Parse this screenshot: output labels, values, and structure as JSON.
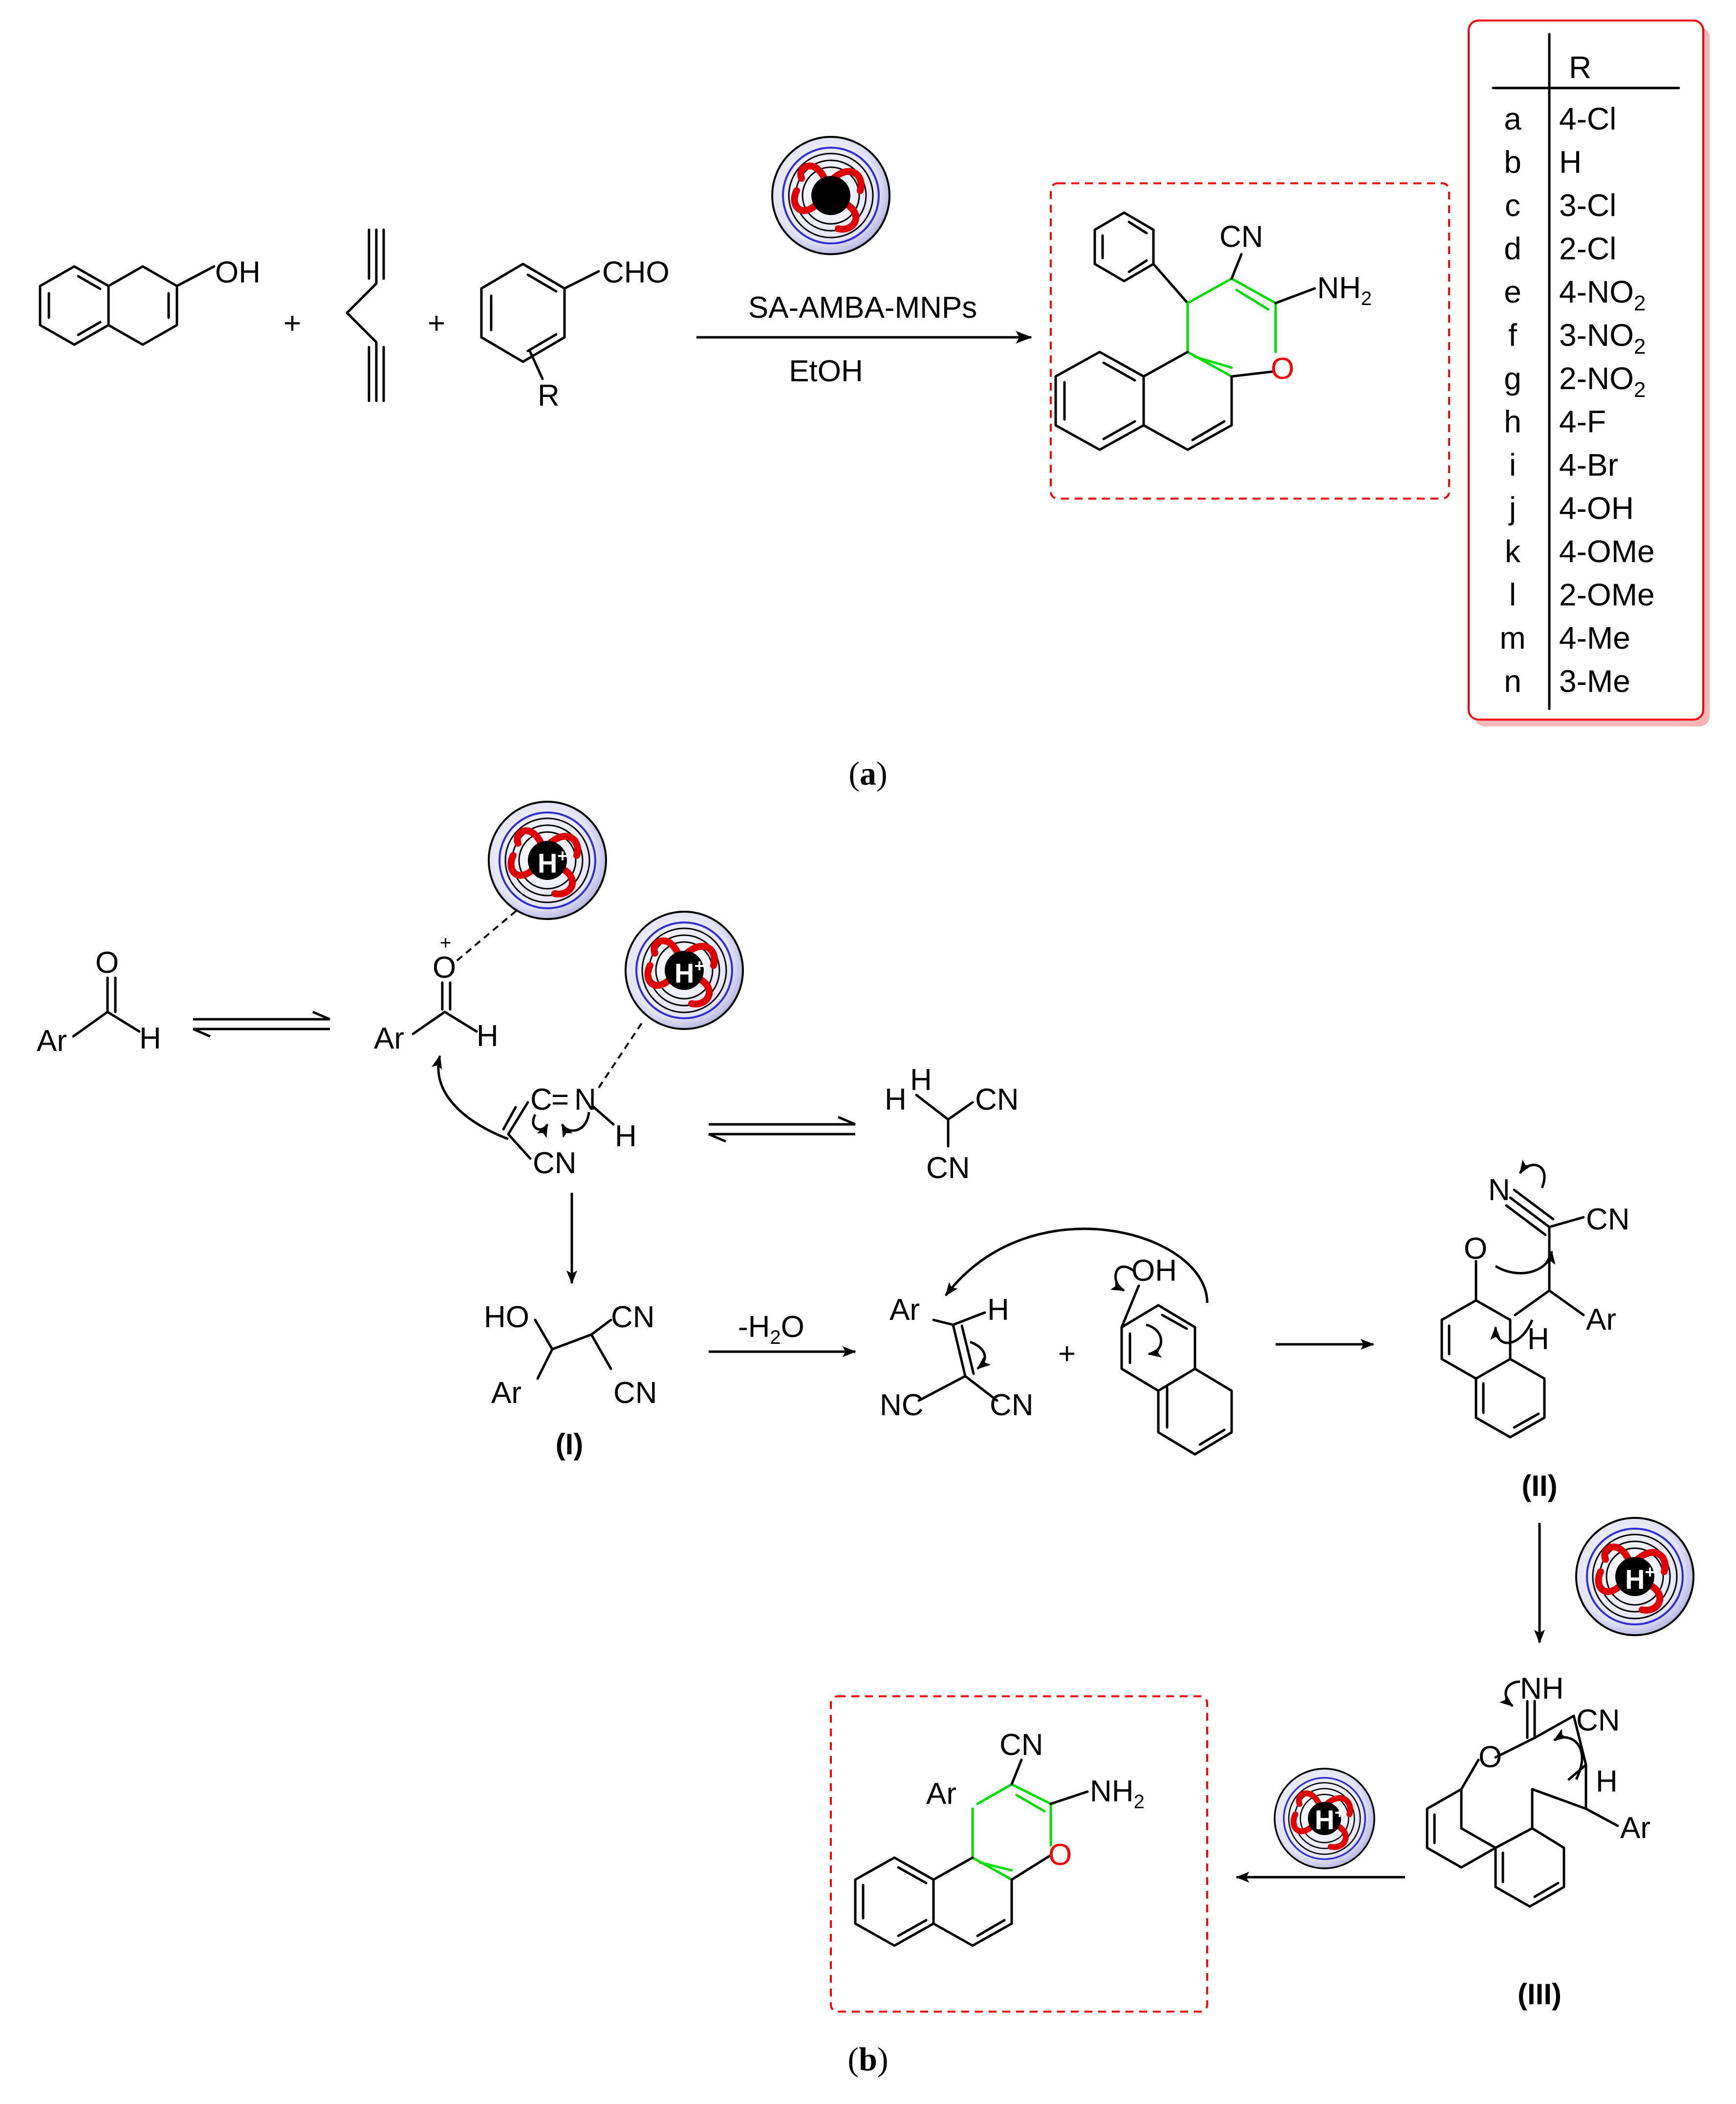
{
  "scheme_a": {
    "caption_open": "(",
    "caption_letter": "a",
    "caption_close": ")",
    "reactant1_oh": "OH",
    "plus": "+",
    "aldehyde_cho": "CHO",
    "aldehyde_r": "R",
    "catalyst": "SA-AMBA-MNPs",
    "solvent": "EtOH",
    "product": {
      "cn": "CN",
      "nh": "NH",
      "sub2": "2",
      "o": "O"
    },
    "table": {
      "header": "R",
      "rows": [
        {
          "id": "a",
          "r": "4-Cl"
        },
        {
          "id": "b",
          "r": "H"
        },
        {
          "id": "c",
          "r": "3-Cl"
        },
        {
          "id": "d",
          "r": "2-Cl"
        },
        {
          "id": "e",
          "r": "4-NO",
          "sub": "2"
        },
        {
          "id": "f",
          "r": "3-NO",
          "sub": "2"
        },
        {
          "id": "g",
          "r": "2-NO",
          "sub": "2"
        },
        {
          "id": "h",
          "r": "4-F"
        },
        {
          "id": "i",
          "r": "4-Br"
        },
        {
          "id": "j",
          "r": "4-OH"
        },
        {
          "id": "k",
          "r": "4-OMe"
        },
        {
          "id": "l",
          "r": "2-OMe"
        },
        {
          "id": "m",
          "r": "4-Me"
        },
        {
          "id": "n",
          "r": "3-Me"
        }
      ]
    }
  },
  "scheme_b": {
    "caption_open": "(",
    "caption_letter": "b",
    "caption_close": ")",
    "catalyst_label": "H",
    "catalyst_charge": "+",
    "ar": "Ar",
    "o": "O",
    "h": "H",
    "plus_charge": "+",
    "c": "C",
    "eq": "=",
    "n": "N",
    "cn": "CN",
    "nc": "NC",
    "ho": "HO",
    "oh": "OH",
    "nh": "NH",
    "sub2": "2",
    "minus_h2o": "-H",
    "h2o_o": "O",
    "plus": "+",
    "compound_i": "(I)",
    "compound_ii": "(II)",
    "compound_iii": "(III)"
  },
  "colors": {
    "accent_red": "#ff0000",
    "bond_green": "#00dd00",
    "catalyst_blue": "#2d2dd2",
    "shell": "#c8c8ea"
  }
}
